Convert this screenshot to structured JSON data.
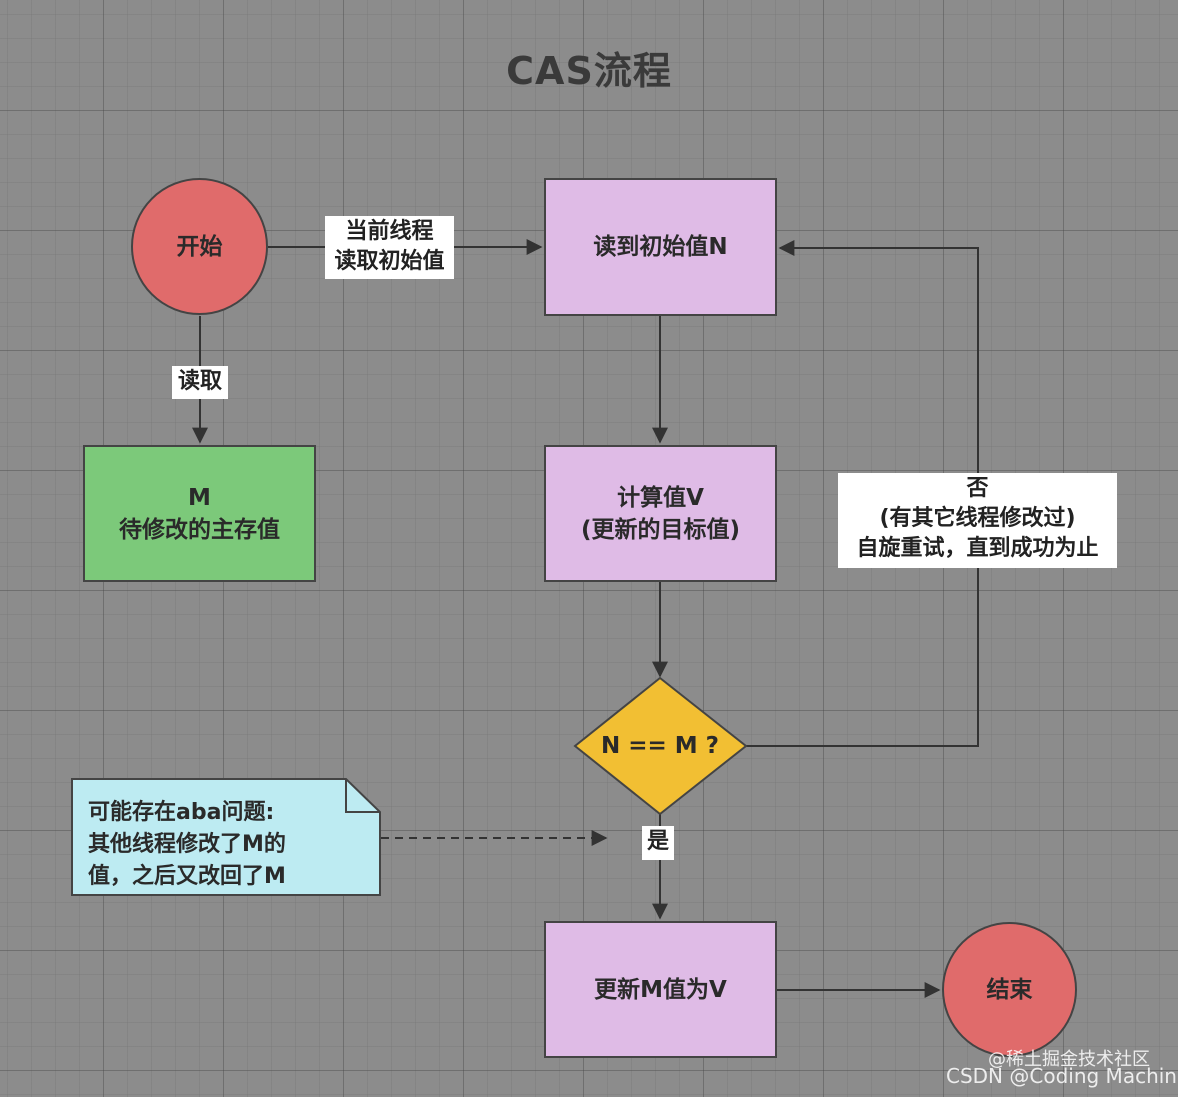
{
  "title": "CAS流程",
  "nodes": {
    "start": "开始",
    "end": "结束",
    "read_initial": "读到初始值N",
    "main_memory": "M\n待修改的主存值",
    "compute": "计算值V\n(更新的目标值)",
    "decision": "N == M ?",
    "update": "更新M值为V"
  },
  "edge_labels": {
    "start_to_read": "当前线程\n读取初始值",
    "start_to_memory": "读取",
    "retry": "否\n(有其它线程修改过)\n自旋重试，直到成功为止",
    "yes": "是"
  },
  "note": "可能存在aba问题:\n其他线程修改了M的\n值，之后又改回了M",
  "watermarks": {
    "line1": "@稀土掘金技术社区",
    "line2": "CSDN @Coding Machine"
  },
  "colors": {
    "background": "#8c8c8c",
    "circle": "#e06b6b",
    "process": "#dfbbe6",
    "memory": "#7cc97a",
    "decision": "#f2bf33",
    "note": "#bdebf2",
    "border": "#444444"
  }
}
